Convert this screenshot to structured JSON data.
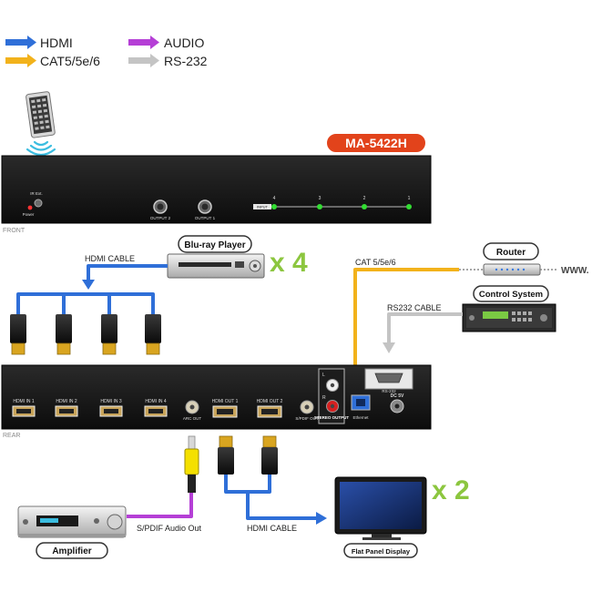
{
  "legend": {
    "hdmi": "HDMI",
    "cat": "CAT5/5e/6",
    "audio": "AUDIO",
    "rs232": "RS-232"
  },
  "colors": {
    "hdmi": "#2f6fd8",
    "cat": "#f2b21b",
    "audio": "#b53fd6",
    "rs232": "#c4c4c4",
    "device_body": "#141414",
    "model_badge": "#e2431b",
    "multiplier": "#8cc63f",
    "led_green": "#33dd33"
  },
  "model": "MA-5422H",
  "front": {
    "section_label": "FRONT",
    "ir_label": "IR Ext.",
    "power_label": "Power",
    "output2": "OUTPUT 2",
    "output1": "OUTPUT 1",
    "input_label": "INPUT",
    "input_numbers": [
      "4",
      "3",
      "2",
      "1"
    ]
  },
  "rear": {
    "section_label": "REAR",
    "hdmi_in": [
      "HDMI IN 1",
      "HDMI IN 2",
      "HDMI IN 3",
      "HDMI IN 4"
    ],
    "arc_out": "ARC OUT",
    "hdmi_out": [
      "HDMI OUT 1",
      "HDMI OUT 2"
    ],
    "spdif_out": "S/PDIF OUT",
    "stereo_output": "STEREO OUTPUT",
    "stereo_l": "L",
    "stereo_r": "R",
    "ethernet": "Ethernet",
    "rs232": "RS-232",
    "dc": "DC 5V"
  },
  "sources": {
    "bluray": "Blu-ray Player",
    "bluray_count": "x 4",
    "hdmi_cable_top": "HDMI CABLE"
  },
  "network": {
    "router": "Router",
    "www": "WWW.",
    "cat_label": "CAT 5/5e/6",
    "control": "Control System",
    "rs232_cable": "RS232 CABLE"
  },
  "outputs": {
    "amplifier": "Amplifier",
    "spdif_label": "S/PDIF Audio Out",
    "hdmi_cable_bottom": "HDMI CABLE",
    "display": "Flat Panel Display",
    "display_count": "x 2"
  }
}
